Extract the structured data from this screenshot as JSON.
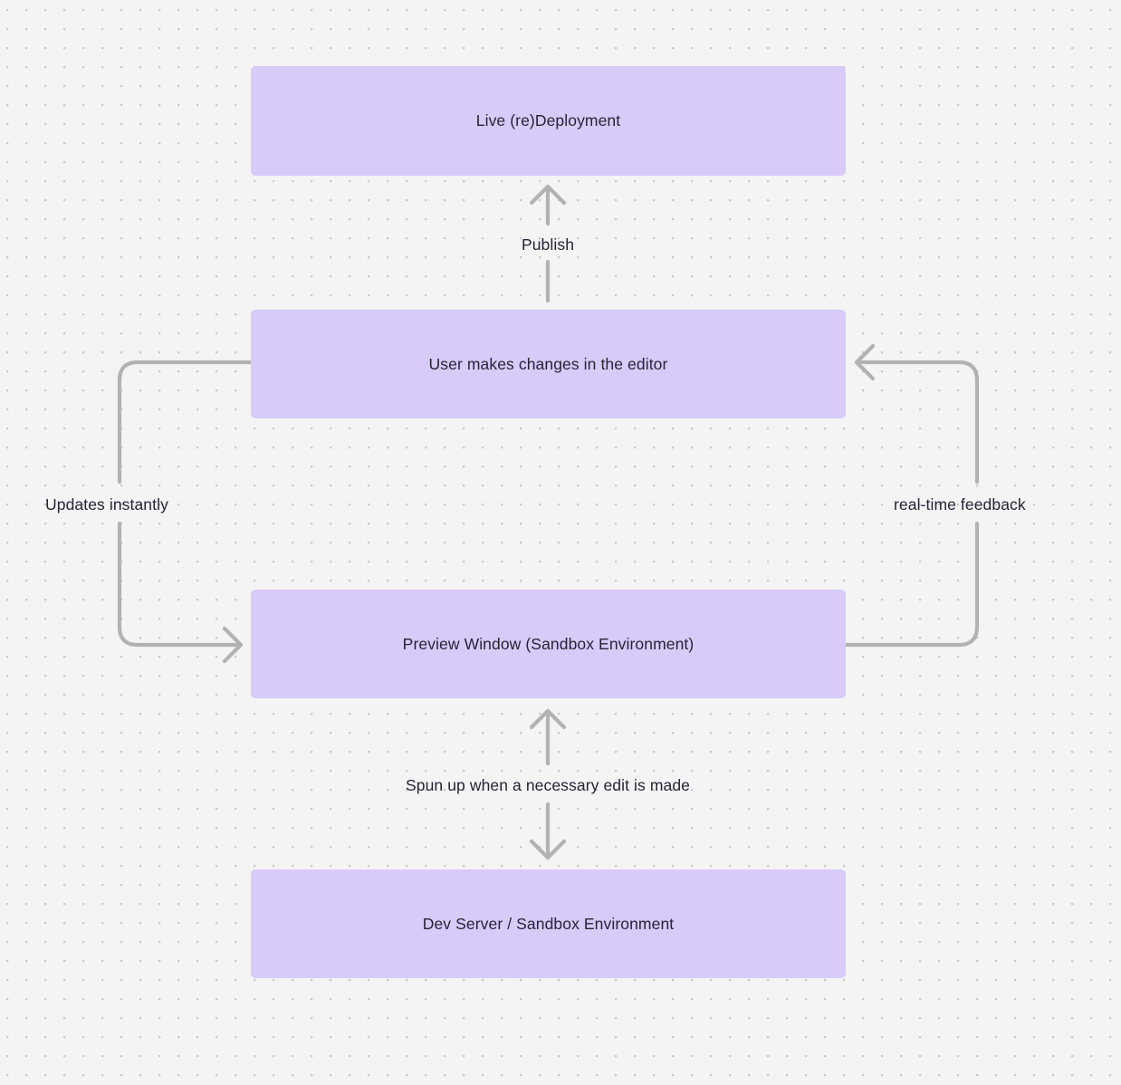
{
  "diagram": {
    "type": "flowchart",
    "background_color": "#f4f4f4",
    "grid": "dot-grid",
    "node_fill_color": "#d8caf9",
    "connector_color": "#b2b2b2",
    "text_color": "#272335",
    "nodes": [
      {
        "id": "live-deployment",
        "label": "Live (re)Deployment"
      },
      {
        "id": "user-edits",
        "label": "User makes changes in the editor"
      },
      {
        "id": "preview-window",
        "label": "Preview Window (Sandbox Environment)"
      },
      {
        "id": "dev-server",
        "label": "Dev Server / Sandbox Environment"
      }
    ],
    "edges": [
      {
        "id": "publish",
        "label": "Publish",
        "from": "user-edits",
        "to": "live-deployment",
        "direction": "up",
        "style": "straight"
      },
      {
        "id": "updates-instantly",
        "label": "Updates instantly",
        "from": "user-edits",
        "to": "preview-window",
        "direction": "down",
        "style": "left-loop"
      },
      {
        "id": "real-time-feedback",
        "label": "real-time feedback",
        "from": "preview-window",
        "to": "user-edits",
        "direction": "up",
        "style": "right-loop"
      },
      {
        "id": "spun-up",
        "label": "Spun up when a necessary edit is made",
        "from": "preview-window",
        "to": "dev-server",
        "direction": "bidirectional",
        "style": "straight"
      }
    ]
  }
}
